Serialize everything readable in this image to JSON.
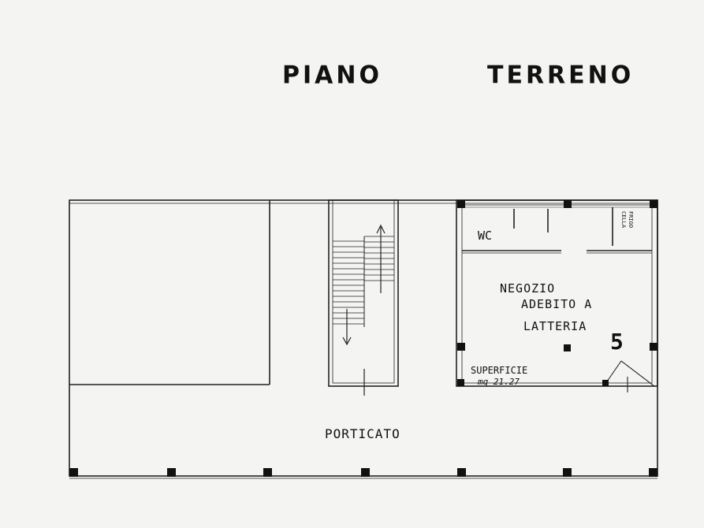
{
  "title": {
    "word1": "PIANO",
    "word2": "TERRENO"
  },
  "rooms": {
    "wc": "WC",
    "cella": [
      "CELLA",
      "FRIGO"
    ],
    "shop": [
      "NEGOZIO",
      "ADEBITO A",
      "LATTERIA"
    ],
    "unit_number": "5",
    "surface": [
      "SUPERFICIE",
      "mq 21.27"
    ],
    "portico": "PORTICATO"
  }
}
